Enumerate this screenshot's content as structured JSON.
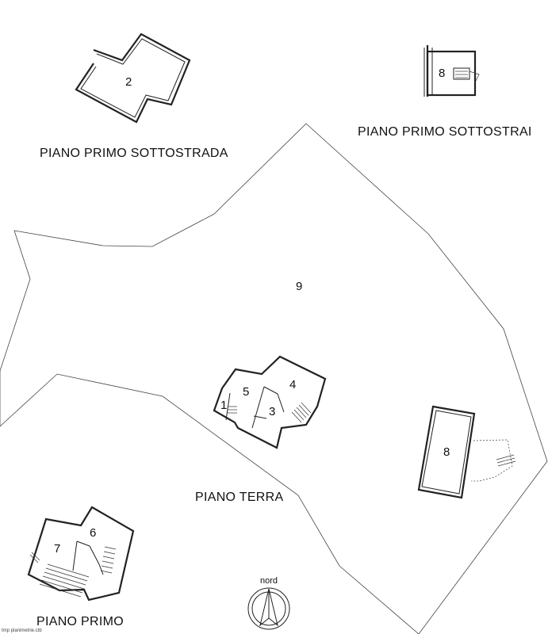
{
  "floors": {
    "primo_sottostrada_left": "PIANO PRIMO SOTTOSTRADA",
    "primo_sottostrada_right": "PIANO PRIMO SOTTOSTRAI",
    "terra": "PIANO TERRA",
    "primo": "PIANO PRIMO"
  },
  "units": {
    "u1": "1",
    "u2": "2",
    "u3": "3",
    "u4": "4",
    "u5": "5",
    "u6": "6",
    "u7": "7",
    "u8_top": "8",
    "u8_main": "8",
    "u9": "9"
  },
  "compass": {
    "label": "nord"
  },
  "footer": {
    "note": "tmp planimetrie.ctb"
  }
}
